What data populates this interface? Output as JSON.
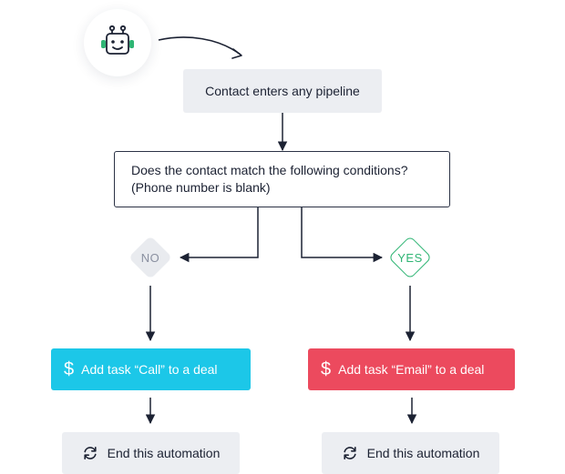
{
  "trigger": {
    "icon": "robot-icon",
    "label": "Contact enters any pipeline"
  },
  "condition": {
    "line1": "Does the contact match the following conditions?",
    "line2": "(Phone number is blank)"
  },
  "branches": {
    "no": {
      "label": "NO",
      "action": "Add task “Call” to a deal",
      "action_icon": "dollar-icon",
      "end": "End this automation",
      "end_icon": "loop-icon"
    },
    "yes": {
      "label": "YES",
      "action": "Add task “Email” to a deal",
      "action_icon": "dollar-icon",
      "end": "End this automation",
      "end_icon": "loop-icon"
    }
  },
  "colors": {
    "no_action": "#1cc7e8",
    "yes_action": "#ec4a5e",
    "yes_accent": "#2fb574",
    "no_diamond": "#e9ebef",
    "gray_box": "#eceef2",
    "line": "#1c2233",
    "robot_accent": "#2fb574"
  }
}
